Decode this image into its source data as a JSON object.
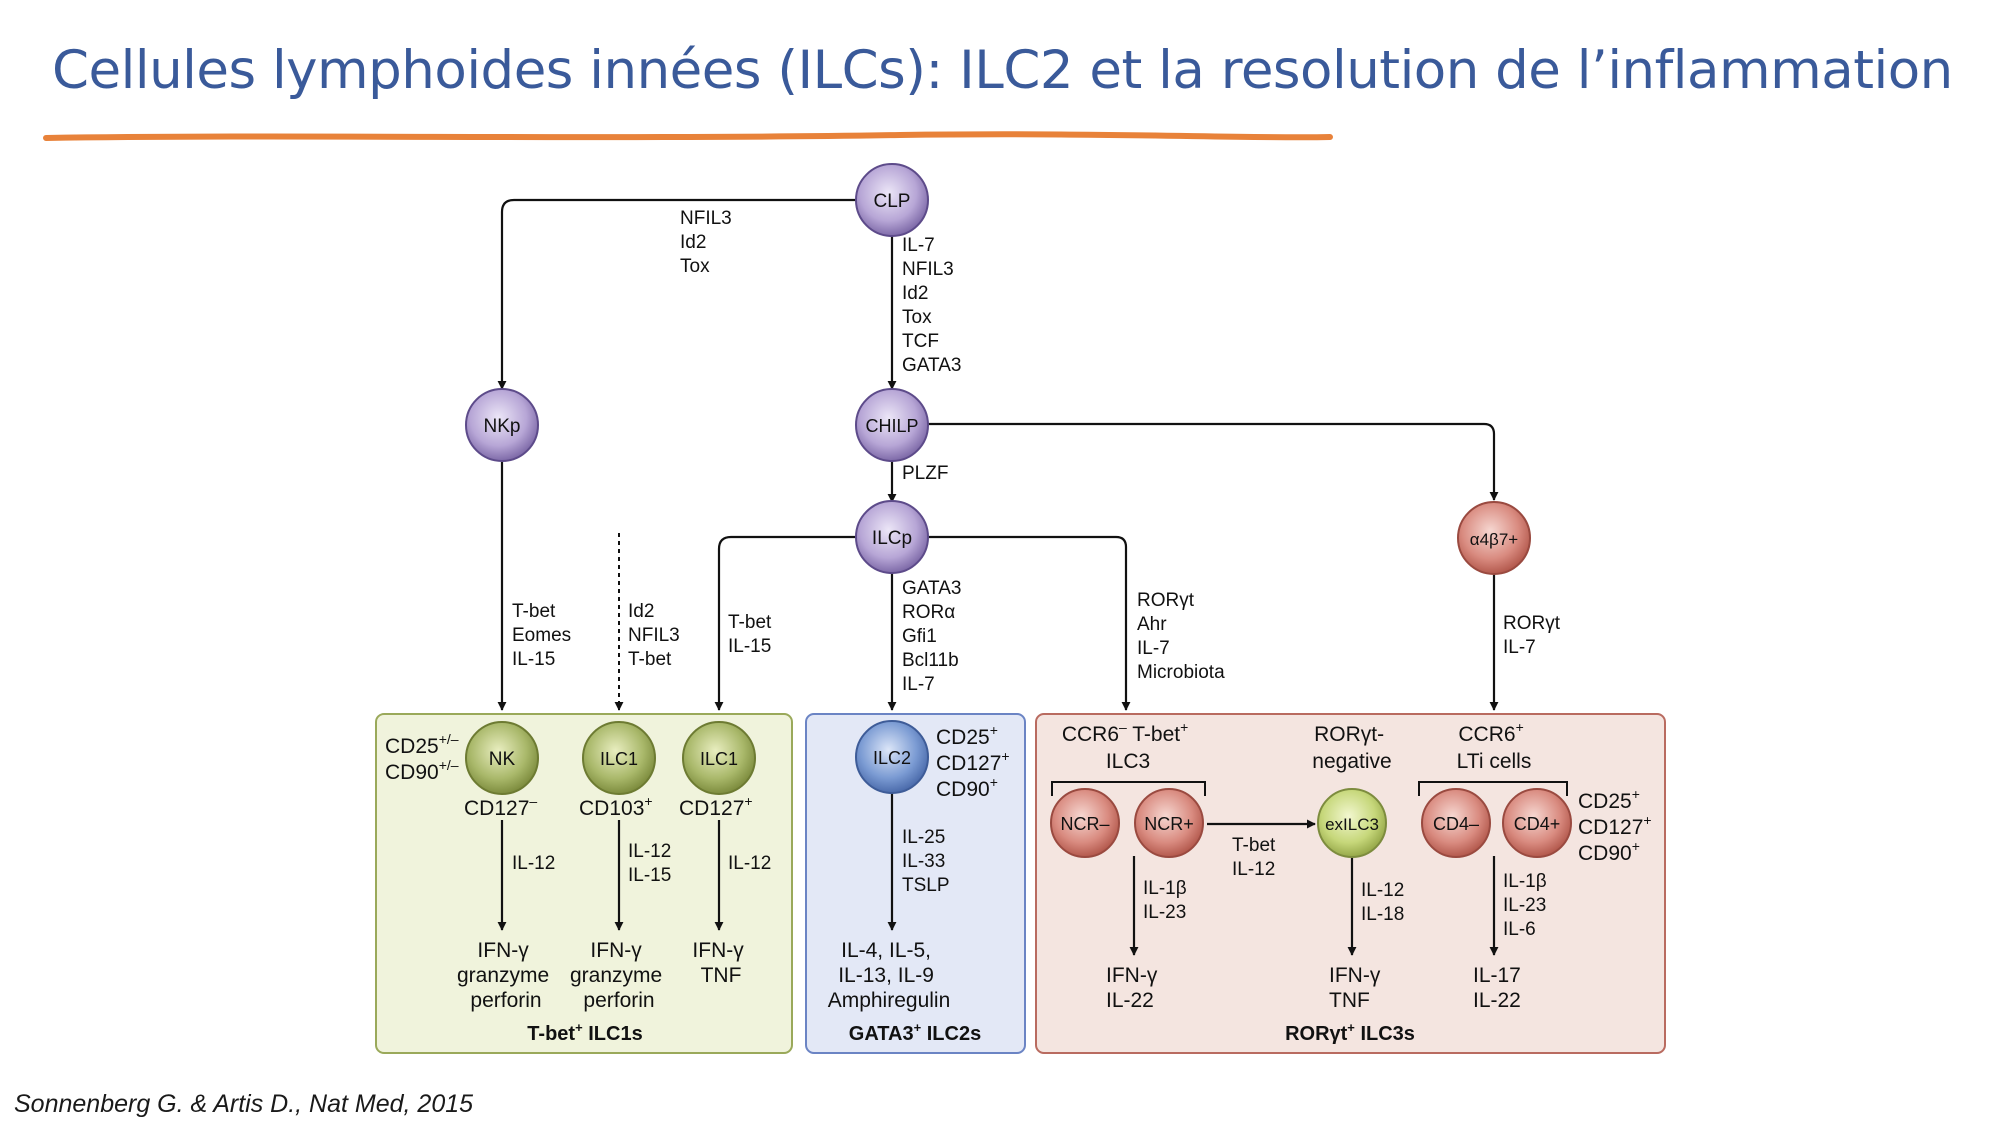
{
  "slide": {
    "title": "Cellules lymphoides innées (ILCs): ILC2 et la resolution de l’inflammation",
    "citation": "Sonnenberg G. & Artis D., Nat Med, 2015",
    "accent_color": "#e8823a"
  },
  "nodes": {
    "clp": "CLP",
    "nkp": "NKp",
    "chilp": "CHILP",
    "ilcp": "ILCp",
    "a4b7": "α4β7+",
    "nk": "NK",
    "ilc1_a": "ILC1",
    "ilc1_b": "ILC1",
    "ilc2": "ILC2",
    "ncr_minus": "NCR–",
    "ncr_plus": "NCR+",
    "exilc3": "exILC3",
    "cd4_minus": "CD4–",
    "cd4_plus": "CD4+"
  },
  "edge_labels": {
    "clp_nkp": [
      "NFIL3",
      "Id2",
      "Tox"
    ],
    "clp_chilp": [
      "IL-7",
      "NFIL3",
      "Id2",
      "Tox",
      "TCF",
      "GATA3"
    ],
    "chilp_ilcp": [
      "PLZF"
    ],
    "nkp_nk": [
      "T-bet",
      "Eomes",
      "IL-15"
    ],
    "dotted_ilc1": [
      "Id2",
      "NFIL3",
      "T-bet"
    ],
    "ilcp_ilc1": [
      "T-bet",
      "IL-15"
    ],
    "ilcp_ilc2": [
      "GATA3",
      "RORα",
      "Gfi1",
      "Bcl11b",
      "IL-7"
    ],
    "ilcp_ilc3": [
      "RORγt",
      "Ahr",
      "IL-7",
      "Microbiota"
    ],
    "a4b7_lti": [
      "RORγt",
      "IL-7"
    ],
    "ncr_exilc3": [
      "T-bet",
      "IL-12"
    ]
  },
  "ilc1_group": {
    "nk_markers": [
      "CD25",
      "+/–",
      "CD90",
      "+/–"
    ],
    "nk_marker_below": [
      "CD127",
      "–"
    ],
    "ilc1a_marker": [
      "CD103",
      "+"
    ],
    "ilc1b_marker": [
      "CD127",
      "+"
    ],
    "nk_stim": [
      "IL-12"
    ],
    "ilc1a_stim": [
      "IL-12",
      "IL-15"
    ],
    "ilc1b_stim": [
      "IL-12"
    ],
    "nk_out": [
      "IFN-γ",
      "granzyme",
      "perforin"
    ],
    "ilc1a_out": [
      "IFN-γ",
      "granzyme",
      "perforin"
    ],
    "ilc1b_out": [
      "IFN-γ",
      "TNF"
    ],
    "footer": [
      "T-bet",
      "+",
      " ILC1s"
    ]
  },
  "ilc2_group": {
    "markers": [
      [
        "CD25",
        "+"
      ],
      [
        "CD127",
        "+"
      ],
      [
        "CD90",
        "+"
      ]
    ],
    "stim": [
      "IL-25",
      "IL-33",
      "TSLP"
    ],
    "out": [
      "IL-4, IL-5,",
      "IL-13, IL-9",
      "Amphiregulin"
    ],
    "footer": [
      "GATA3",
      "+",
      " ILC2s"
    ]
  },
  "ilc3_group": {
    "ilc3_header": [
      "CCR6",
      "–",
      " T-bet",
      "+",
      "ILC3"
    ],
    "rorgt_neg": [
      "RORγt-",
      "negative"
    ],
    "lti_header": [
      "CCR6",
      "+",
      "LTi cells"
    ],
    "lti_markers": [
      [
        "CD25",
        "+"
      ],
      [
        "CD127",
        "+"
      ],
      [
        "CD90",
        "+"
      ]
    ],
    "ncr_stim": [
      "IL-1β",
      "IL-23"
    ],
    "ex_stim": [
      "IL-12",
      "IL-18"
    ],
    "cd4_stim": [
      "IL-1β",
      "IL-23",
      "IL-6"
    ],
    "ncr_out": [
      "IFN-γ",
      "IL-22"
    ],
    "ex_out": [
      "IFN-γ",
      "TNF"
    ],
    "cd4_out": [
      "IL-17",
      "IL-22"
    ],
    "footer": [
      "RORγt",
      "+",
      " ILC3s"
    ]
  },
  "colors": {
    "purple_cell": "#b7a6d6",
    "green_cell": "#a9b86a",
    "blue_cell": "#7b9bd3",
    "red_cell": "#d98b80",
    "light_green_cell": "#c6d77a",
    "ilc1_box": "#f0f3dc",
    "ilc2_box": "#e3e8f6",
    "ilc3_box": "#f4e5e0"
  }
}
